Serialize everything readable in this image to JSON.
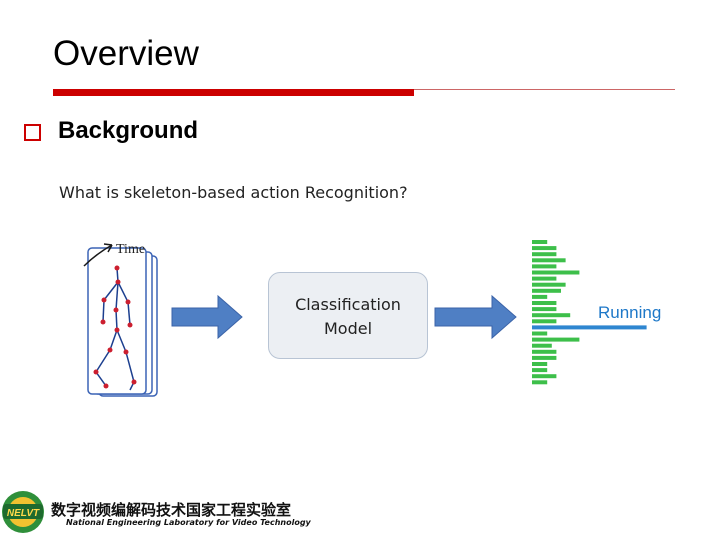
{
  "slide": {
    "title": "Overview",
    "section": "Background",
    "question": "What is skeleton-based action Recognition?"
  },
  "diagram": {
    "time_label": "Time",
    "model_line1": "Classification",
    "model_line2": "Model",
    "output_label": "Running",
    "colors": {
      "bar_green": "#3dbf4a",
      "bar_highlight": "#2e86d0",
      "arrow_blue": "#4f7fc4",
      "joint_red": "#cc1f2f",
      "bone_blue": "#1c3f8f"
    },
    "score_bars": [
      0.1,
      0.2,
      0.2,
      0.3,
      0.2,
      0.45,
      0.2,
      0.3,
      0.25,
      0.1,
      0.2,
      0.2,
      0.35,
      0.2,
      0.8,
      0.1,
      0.45,
      0.15,
      0.2,
      0.2,
      0.1,
      0.1,
      0.2,
      0.1
    ]
  },
  "footer": {
    "logo_text": "NELVT",
    "lab_name_cn": "数字视频编解码技术国家工程实验室",
    "lab_name_en": "National Engineering Laboratory for Video Technology"
  }
}
